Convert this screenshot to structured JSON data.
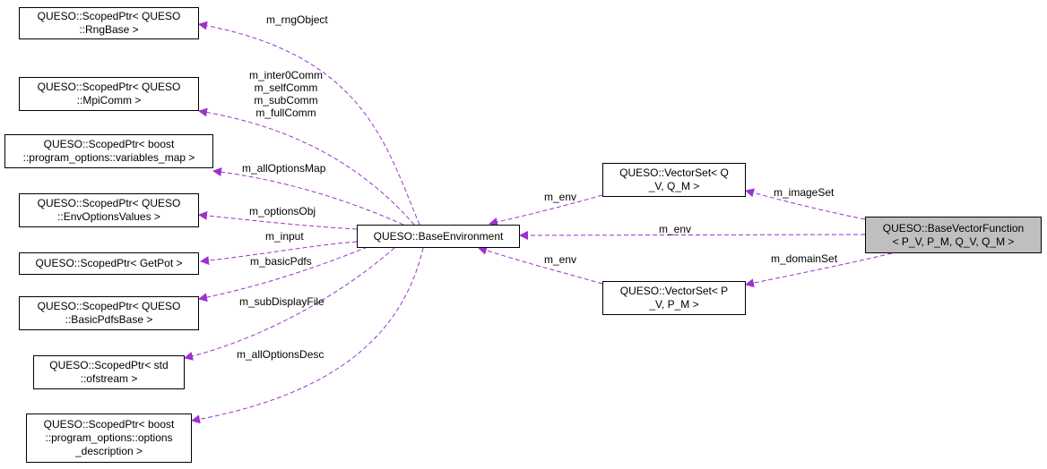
{
  "colors": {
    "edge": "#9a32cd",
    "focus_fill": "#bfbfbf",
    "node_border": "#000000"
  },
  "nodes": {
    "rng_base": [
      "QUESO::ScopedPtr< QUESO",
      "::RngBase >"
    ],
    "mpi_comm": [
      "QUESO::ScopedPtr< QUESO",
      "::MpiComm >"
    ],
    "variables_map": [
      "QUESO::ScopedPtr< boost",
      "::program_options::variables_map >"
    ],
    "env_options": [
      "QUESO::ScopedPtr< QUESO",
      "::EnvOptionsValues >"
    ],
    "getpot": [
      "QUESO::ScopedPtr< GetPot >"
    ],
    "basic_pdfs": [
      "QUESO::ScopedPtr< QUESO",
      "::BasicPdfsBase >"
    ],
    "ofstream": [
      "QUESO::ScopedPtr< std",
      "::ofstream >"
    ],
    "options_desc": [
      "QUESO::ScopedPtr< boost",
      "::program_options::options",
      "_description >"
    ],
    "base_env": [
      "QUESO::BaseEnvironment"
    ],
    "vectorset_q": [
      "QUESO::VectorSet< Q",
      "_V, Q_M >"
    ],
    "vectorset_p": [
      "QUESO::VectorSet< P",
      "_V, P_M >"
    ],
    "base_vector_fn": [
      "QUESO::BaseVectorFunction",
      "< P_V, P_M, Q_V, Q_M >"
    ]
  },
  "edge_labels": {
    "rng": [
      "m_rngObject"
    ],
    "comms": [
      "m_inter0Comm",
      "m_selfComm",
      "m_subComm",
      "m_fullComm"
    ],
    "all_options_map": [
      "m_allOptionsMap"
    ],
    "options_obj": [
      "m_optionsObj"
    ],
    "input": [
      "m_input"
    ],
    "basic_pdfs": [
      "m_basicPdfs"
    ],
    "sub_display": [
      "m_subDisplayFile"
    ],
    "all_options_desc": [
      "m_allOptionsDesc"
    ],
    "env_q": [
      "m_env"
    ],
    "env_direct": [
      "m_env"
    ],
    "env_p": [
      "m_env"
    ],
    "image_set": [
      "m_imageSet"
    ],
    "domain_set": [
      "m_domainSet"
    ]
  }
}
